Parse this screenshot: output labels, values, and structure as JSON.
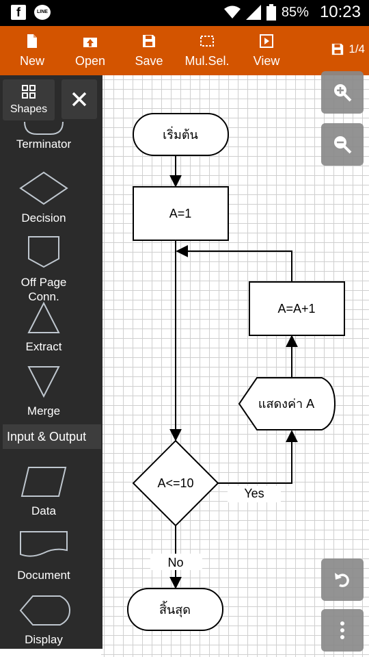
{
  "status_bar": {
    "fb": "f",
    "line": "LINE",
    "battery": "85%",
    "clock": "10:23"
  },
  "toolbar": {
    "new": "New",
    "open": "Open",
    "save": "Save",
    "mulsel": "Mul.Sel.",
    "view": "View",
    "page": "1/4"
  },
  "sidebar": {
    "shapes_label": "Shapes",
    "items": [
      {
        "label": "Terminator",
        "icon": "terminator-shape-icon"
      },
      {
        "label": "Decision",
        "icon": "decision-shape-icon"
      },
      {
        "label": "Off Page Conn.",
        "icon": "offpage-shape-icon"
      },
      {
        "label": "Extract",
        "icon": "extract-shape-icon"
      },
      {
        "label": "Merge",
        "icon": "merge-shape-icon"
      }
    ],
    "section_header": "Input & Output",
    "io_items": [
      {
        "label": "Data",
        "icon": "data-shape-icon"
      },
      {
        "label": "Document",
        "icon": "document-shape-icon"
      },
      {
        "label": "Display",
        "icon": "display-shape-icon"
      }
    ]
  },
  "flowchart": {
    "start": "เริ่มต้น",
    "assign": "A=1",
    "increment": "A=A+1",
    "display": "แสดงค่า A",
    "condition": "A<=10",
    "yes": "Yes",
    "no": "No",
    "end": "สิ้นสุด"
  },
  "colors": {
    "toolbar": "#d35400",
    "sidebar": "#2b2b2b",
    "fab": "#8a8a8a"
  }
}
